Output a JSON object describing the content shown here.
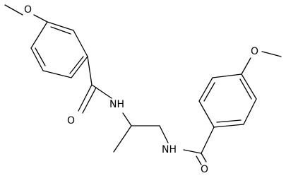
{
  "molecule": {
    "atom_labels": {
      "o_methoxy_left": "O",
      "o_carbonyl_left": "O",
      "nh_left": "NH",
      "o_methoxy_right": "O",
      "o_carbonyl_right": "O",
      "nh_right": "NH"
    }
  },
  "style": {
    "bond_color": "#000000",
    "label_color": "#000000",
    "background": "#ffffff"
  }
}
